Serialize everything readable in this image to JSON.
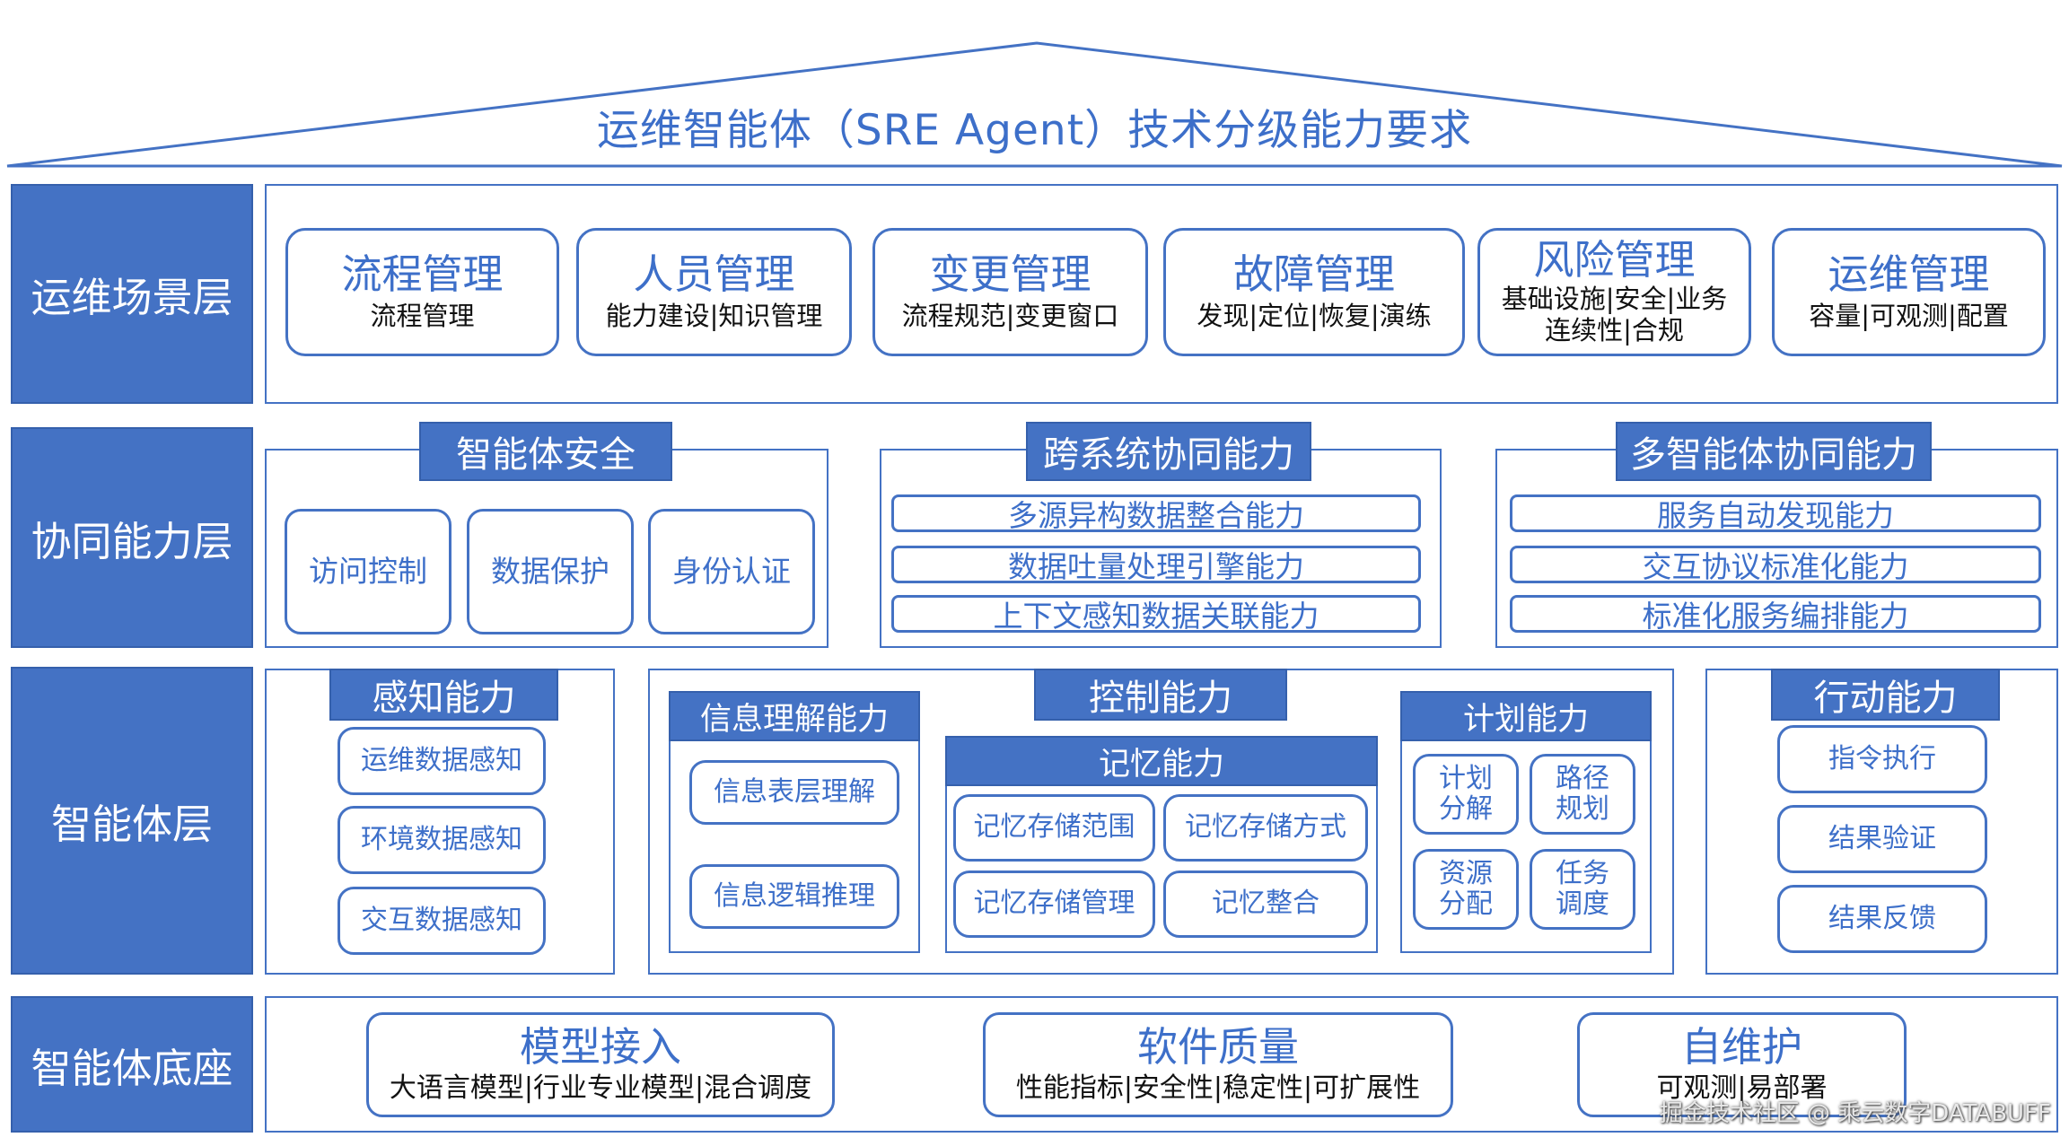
{
  "title": "运维智能体（SRE Agent）技术分级能力要求",
  "layers": {
    "scene": "运维场景层",
    "collab": "协同能力层",
    "agent": "智能体层",
    "base": "智能体底座"
  },
  "scene_cards": [
    {
      "title": "流程管理",
      "sub": "流程管理"
    },
    {
      "title": "人员管理",
      "sub": "能力建设|知识管理"
    },
    {
      "title": "变更管理",
      "sub": "流程规范|变更窗口"
    },
    {
      "title": "故障管理",
      "sub": "发现|定位|恢复|演练"
    },
    {
      "title": "风险管理",
      "sub": "基础设施|安全|业务连续性|合规"
    },
    {
      "title": "运维管理",
      "sub": "容量|可观测|配置"
    }
  ],
  "collab": {
    "security": {
      "title": "智能体安全",
      "items": [
        "访问控制",
        "数据保护",
        "身份认证"
      ]
    },
    "cross_system": {
      "title": "跨系统协同能力",
      "items": [
        "多源异构数据整合能力",
        "数据吐量处理引擎能力",
        "上下文感知数据关联能力"
      ]
    },
    "multi_agent": {
      "title": "多智能体协同能力",
      "items": [
        "服务自动发现能力",
        "交互协议标准化能力",
        "标准化服务编排能力"
      ]
    }
  },
  "agent": {
    "perception": {
      "title": "感知能力",
      "items": [
        "运维数据感知",
        "环境数据感知",
        "交互数据感知"
      ]
    },
    "control": {
      "title": "控制能力"
    },
    "info": {
      "title": "信息理解能力",
      "items": [
        "信息表层理解",
        "信息逻辑推理"
      ]
    },
    "memory": {
      "title": "记忆能力",
      "items": [
        "记忆存储范围",
        "记忆存储方式",
        "记忆存储管理",
        "记忆整合"
      ]
    },
    "plan": {
      "title": "计划能力",
      "items": [
        "计划分解",
        "路径规划",
        "资源分配",
        "任务调度"
      ]
    },
    "action": {
      "title": "行动能力",
      "items": [
        "指令执行",
        "结果验证",
        "结果反馈"
      ]
    }
  },
  "base_cards": [
    {
      "title": "模型接入",
      "sub": "大语言模型|行业专业模型|混合调度"
    },
    {
      "title": "软件质量",
      "sub": "性能指标|安全性|稳定性|可扩展性"
    },
    {
      "title": "自维护",
      "sub": "可观测|易部署"
    }
  ],
  "watermark": "掘金技术社区 @ 乘云数字DATABUFF"
}
